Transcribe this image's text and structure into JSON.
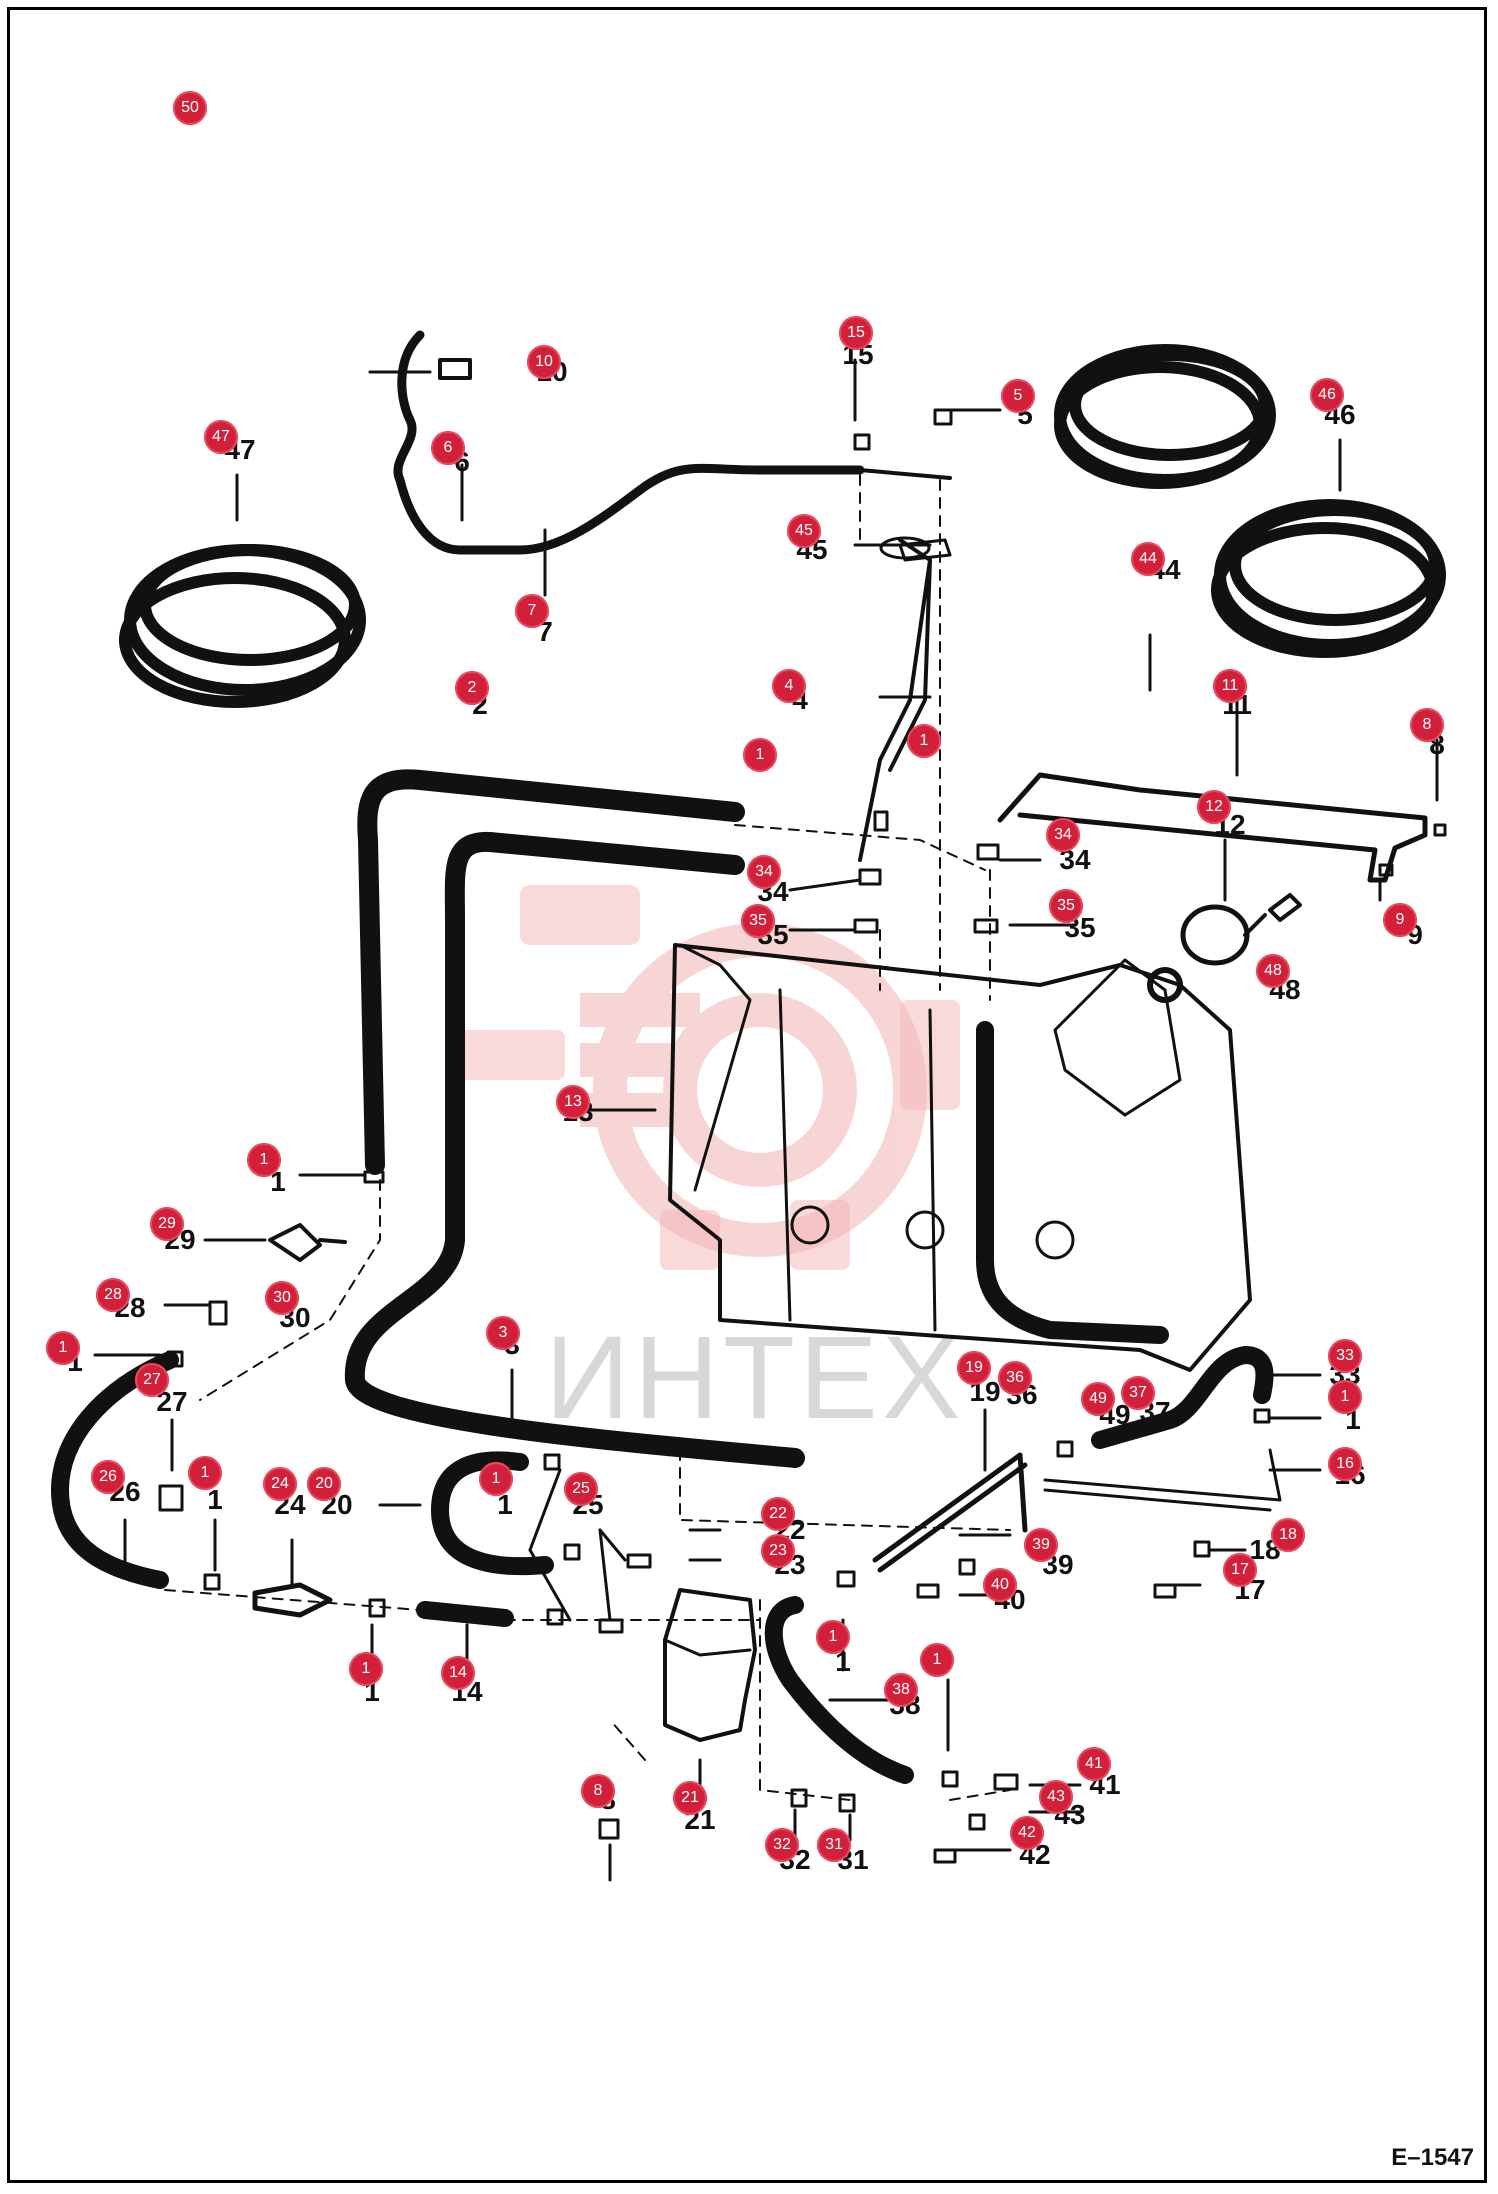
{
  "drawing_code": "E–1547",
  "watermark_text": "ИНТЕХ",
  "callouts": [
    {
      "id": "c50",
      "label": "50"
    },
    {
      "id": "c10",
      "label": "10"
    },
    {
      "id": "c15",
      "label": "15"
    },
    {
      "id": "c5",
      "label": "5"
    },
    {
      "id": "c46",
      "label": "46"
    },
    {
      "id": "c47",
      "label": "47"
    },
    {
      "id": "c6",
      "label": "6"
    },
    {
      "id": "c45",
      "label": "45"
    },
    {
      "id": "c44",
      "label": "44"
    },
    {
      "id": "c7",
      "label": "7"
    },
    {
      "id": "c2",
      "label": "2"
    },
    {
      "id": "c4",
      "label": "4"
    },
    {
      "id": "c11",
      "label": "11"
    },
    {
      "id": "c8a",
      "label": "8"
    },
    {
      "id": "c1a",
      "label": "1"
    },
    {
      "id": "c1b",
      "label": "1"
    },
    {
      "id": "c12",
      "label": "12"
    },
    {
      "id": "c34a",
      "label": "34"
    },
    {
      "id": "c34b",
      "label": "34"
    },
    {
      "id": "c35a",
      "label": "35"
    },
    {
      "id": "c35b",
      "label": "35"
    },
    {
      "id": "c9",
      "label": "9"
    },
    {
      "id": "c48",
      "label": "48"
    },
    {
      "id": "c13",
      "label": "13"
    },
    {
      "id": "c1c",
      "label": "1"
    },
    {
      "id": "c29",
      "label": "29"
    },
    {
      "id": "c30",
      "label": "30"
    },
    {
      "id": "c28",
      "label": "28"
    },
    {
      "id": "c3",
      "label": "3"
    },
    {
      "id": "c1d",
      "label": "1"
    },
    {
      "id": "c27",
      "label": "27"
    },
    {
      "id": "c19",
      "label": "19"
    },
    {
      "id": "c36",
      "label": "36"
    },
    {
      "id": "c49",
      "label": "49"
    },
    {
      "id": "c37",
      "label": "37"
    },
    {
      "id": "c33",
      "label": "33"
    },
    {
      "id": "c1e",
      "label": "1"
    },
    {
      "id": "c16",
      "label": "16"
    },
    {
      "id": "c26",
      "label": "26"
    },
    {
      "id": "c1f",
      "label": "1"
    },
    {
      "id": "c24",
      "label": "24"
    },
    {
      "id": "c20",
      "label": "20"
    },
    {
      "id": "c1g",
      "label": "1"
    },
    {
      "id": "c25",
      "label": "25"
    },
    {
      "id": "c22",
      "label": "22"
    },
    {
      "id": "c23",
      "label": "23"
    },
    {
      "id": "c39",
      "label": "39"
    },
    {
      "id": "c18",
      "label": "18"
    },
    {
      "id": "c17",
      "label": "17"
    },
    {
      "id": "c40",
      "label": "40"
    },
    {
      "id": "c1h",
      "label": "1"
    },
    {
      "id": "c14",
      "label": "14"
    },
    {
      "id": "c1i",
      "label": "1"
    },
    {
      "id": "c1j",
      "label": "1"
    },
    {
      "id": "c38",
      "label": "38"
    },
    {
      "id": "c41",
      "label": "41"
    },
    {
      "id": "c43",
      "label": "43"
    },
    {
      "id": "c8b",
      "label": "8"
    },
    {
      "id": "c21",
      "label": "21"
    },
    {
      "id": "c42",
      "label": "42"
    },
    {
      "id": "c32",
      "label": "32"
    },
    {
      "id": "c31",
      "label": "31"
    }
  ],
  "part_numbers": [
    {
      "id": "p10",
      "label": "10"
    },
    {
      "id": "p15",
      "label": "15"
    },
    {
      "id": "p5",
      "label": "5"
    },
    {
      "id": "p46",
      "label": "46"
    },
    {
      "id": "p47",
      "label": "47"
    },
    {
      "id": "p6",
      "label": "6"
    },
    {
      "id": "p45",
      "label": "45"
    },
    {
      "id": "p44",
      "label": "44"
    },
    {
      "id": "p7",
      "label": "7"
    },
    {
      "id": "p2",
      "label": "2"
    },
    {
      "id": "p4",
      "label": "4"
    },
    {
      "id": "p11",
      "label": "11"
    },
    {
      "id": "p8a",
      "label": "8"
    },
    {
      "id": "p12",
      "label": "12"
    },
    {
      "id": "p34a",
      "label": "34"
    },
    {
      "id": "p34b",
      "label": "34"
    },
    {
      "id": "p35a",
      "label": "35"
    },
    {
      "id": "p35b",
      "label": "35"
    },
    {
      "id": "p9",
      "label": "9"
    },
    {
      "id": "p48",
      "label": "48"
    },
    {
      "id": "p13",
      "label": "13"
    },
    {
      "id": "p1c",
      "label": "1"
    },
    {
      "id": "p29",
      "label": "29"
    },
    {
      "id": "p30",
      "label": "30"
    },
    {
      "id": "p28",
      "label": "28"
    },
    {
      "id": "p3",
      "label": "3"
    },
    {
      "id": "p1d",
      "label": "1"
    },
    {
      "id": "p27",
      "label": "27"
    },
    {
      "id": "p19",
      "label": "19"
    },
    {
      "id": "p36",
      "label": "36"
    },
    {
      "id": "p49",
      "label": "49"
    },
    {
      "id": "p37",
      "label": "37"
    },
    {
      "id": "p33",
      "label": "33"
    },
    {
      "id": "p1e",
      "label": "1"
    },
    {
      "id": "p16",
      "label": "16"
    },
    {
      "id": "p26",
      "label": "26"
    },
    {
      "id": "p1f",
      "label": "1"
    },
    {
      "id": "p24",
      "label": "24"
    },
    {
      "id": "p20",
      "label": "20"
    },
    {
      "id": "p1g",
      "label": "1"
    },
    {
      "id": "p25",
      "label": "25"
    },
    {
      "id": "p22",
      "label": "22"
    },
    {
      "id": "p23",
      "label": "23"
    },
    {
      "id": "p39",
      "label": "39"
    },
    {
      "id": "p18",
      "label": "18"
    },
    {
      "id": "p17",
      "label": "17"
    },
    {
      "id": "p40",
      "label": "40"
    },
    {
      "id": "p14",
      "label": "14"
    },
    {
      "id": "p1h",
      "label": "1"
    },
    {
      "id": "p1i",
      "label": "1"
    },
    {
      "id": "p38",
      "label": "38"
    },
    {
      "id": "p41",
      "label": "41"
    },
    {
      "id": "p43",
      "label": "43"
    },
    {
      "id": "p8b",
      "label": "8"
    },
    {
      "id": "p21",
      "label": "21"
    },
    {
      "id": "p42",
      "label": "42"
    },
    {
      "id": "p32",
      "label": "32"
    },
    {
      "id": "p31",
      "label": "31"
    }
  ]
}
